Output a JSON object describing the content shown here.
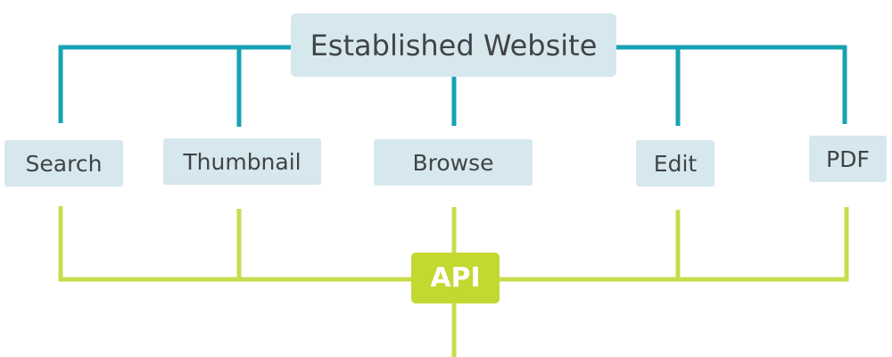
{
  "top_node": {
    "label": "Established Website"
  },
  "features": [
    {
      "label": "Search"
    },
    {
      "label": "Thumbnail"
    },
    {
      "label": "Browse"
    },
    {
      "label": "Edit"
    },
    {
      "label": "PDF"
    }
  ],
  "api_node": {
    "label": "API"
  },
  "colors": {
    "top_connector": "#17a2b4",
    "bottom_connector": "#c8dc4c",
    "box_fill": "#d6e8ee",
    "api_fill": "#c3d831",
    "text": "#3f4448"
  }
}
